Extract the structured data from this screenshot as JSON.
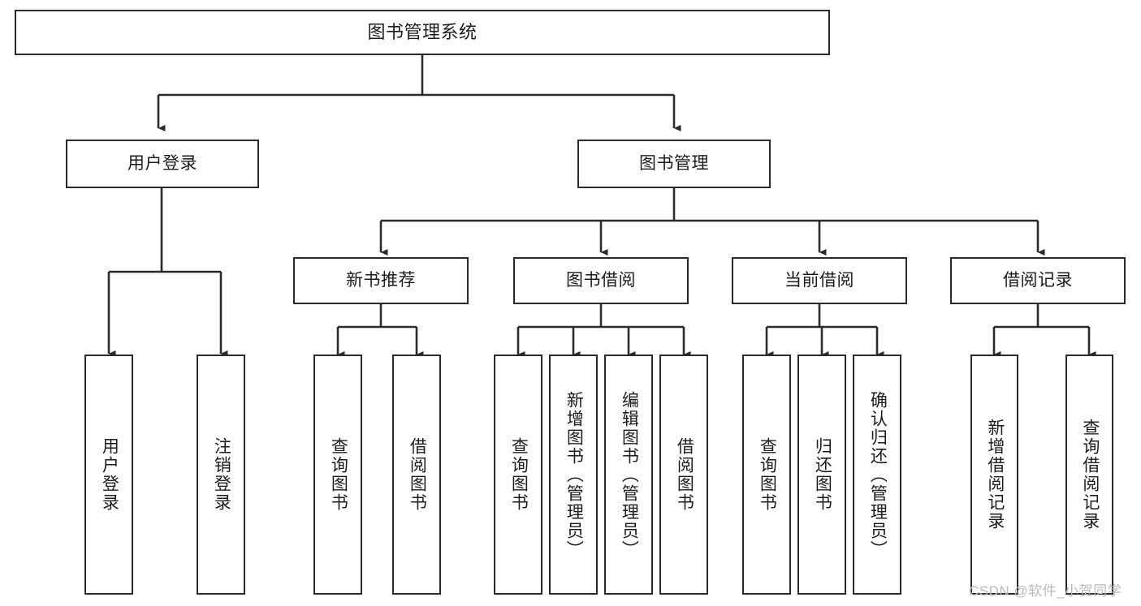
{
  "diagram": {
    "title": "图书管理系统",
    "type": "tree-hierarchy-diagram",
    "stroke_color": "#2b2b2b",
    "fill_color": "#ffffff",
    "text_color": "#1c1c1c",
    "nodes": {
      "root": {
        "label": "图书管理系统",
        "level": 1,
        "orientation": "horizontal"
      },
      "l2": [
        {
          "label": "用户登录",
          "level": 2,
          "orientation": "horizontal"
        },
        {
          "label": "图书管理",
          "level": 2,
          "orientation": "horizontal"
        }
      ],
      "l3": [
        {
          "label": "新书推荐",
          "level": 3,
          "orientation": "horizontal"
        },
        {
          "label": "图书借阅",
          "level": 3,
          "orientation": "horizontal"
        },
        {
          "label": "当前借阅",
          "level": 3,
          "orientation": "horizontal"
        },
        {
          "label": "借阅记录",
          "level": 3,
          "orientation": "horizontal"
        }
      ],
      "leaves": {
        "user_login": [
          {
            "label": "用户登录",
            "orientation": "vertical"
          },
          {
            "label": "注销登录",
            "orientation": "vertical"
          }
        ],
        "new_book": [
          {
            "label": "查询图书",
            "orientation": "vertical"
          },
          {
            "label": "借阅图书",
            "orientation": "vertical"
          }
        ],
        "borrow_book": [
          {
            "label": "查询图书",
            "orientation": "vertical"
          },
          {
            "label": "新增图书（管理员）",
            "orientation": "vertical"
          },
          {
            "label": "编辑图书（管理员）",
            "orientation": "vertical"
          },
          {
            "label": "借阅图书",
            "orientation": "vertical"
          }
        ],
        "current_borrow": [
          {
            "label": "查询图书",
            "orientation": "vertical"
          },
          {
            "label": "归还图书",
            "orientation": "vertical"
          },
          {
            "label": "确认归还（管理员）",
            "orientation": "vertical"
          }
        ],
        "borrow_record": [
          {
            "label": "新增借阅记录",
            "orientation": "vertical"
          },
          {
            "label": "查询借阅记录",
            "orientation": "vertical"
          }
        ]
      }
    }
  },
  "watermark": {
    "text": "CSDN @软件_小贺同学"
  }
}
